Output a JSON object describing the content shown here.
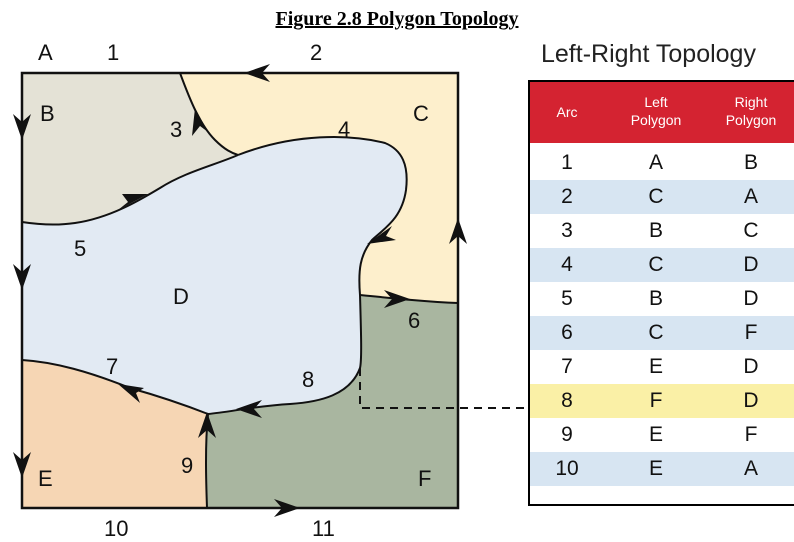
{
  "title": "Figure 2.8 Polygon Topology",
  "table": {
    "title": "Left-Right Topology",
    "headers": {
      "arc": "Arc",
      "left": "Left\nPolygon",
      "right": "Right\nPolygon"
    },
    "header_color": "#d42331",
    "rows": [
      {
        "arc": "1",
        "left": "A",
        "right": "B",
        "highlight": "none"
      },
      {
        "arc": "2",
        "left": "C",
        "right": "A",
        "highlight": "blue"
      },
      {
        "arc": "3",
        "left": "B",
        "right": "C",
        "highlight": "none"
      },
      {
        "arc": "4",
        "left": "C",
        "right": "D",
        "highlight": "blue"
      },
      {
        "arc": "5",
        "left": "B",
        "right": "D",
        "highlight": "none"
      },
      {
        "arc": "6",
        "left": "C",
        "right": "F",
        "highlight": "blue"
      },
      {
        "arc": "7",
        "left": "E",
        "right": "D",
        "highlight": "none"
      },
      {
        "arc": "8",
        "left": "F",
        "right": "D",
        "highlight": "yellow"
      },
      {
        "arc": "9",
        "left": "E",
        "right": "F",
        "highlight": "none"
      },
      {
        "arc": "10",
        "left": "E",
        "right": "A",
        "highlight": "blue"
      }
    ]
  },
  "map": {
    "polygon_labels": {
      "A": "A",
      "B": "B",
      "C": "C",
      "D": "D",
      "E": "E",
      "F": "F"
    },
    "arc_labels": [
      "1",
      "2",
      "3",
      "4",
      "5",
      "6",
      "7",
      "8",
      "9",
      "10",
      "11"
    ],
    "colors": {
      "B": "#e4e2d6",
      "C": "#fdefcc",
      "D": "#e2eaf3",
      "E": "#f6d6b4",
      "F": "#a9b6a0"
    }
  }
}
